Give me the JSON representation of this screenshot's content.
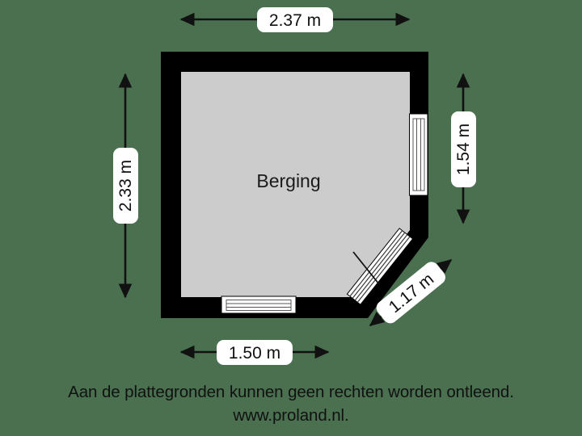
{
  "plan": {
    "room_label": "Berging",
    "background_color": "#4a7050",
    "floor_color": "#cccccc",
    "wall_color": "#000000",
    "window_fill": "#ffffff",
    "dimensions": {
      "top": "2.37 m",
      "left": "2.33 m",
      "right": "1.54 m",
      "bottom": "1.50 m",
      "diagonal": "1.17 m"
    }
  },
  "footer": {
    "line1": "Aan de plattegronden kunnen geen rechten worden ontleend.",
    "line2": "www.proland.nl."
  }
}
